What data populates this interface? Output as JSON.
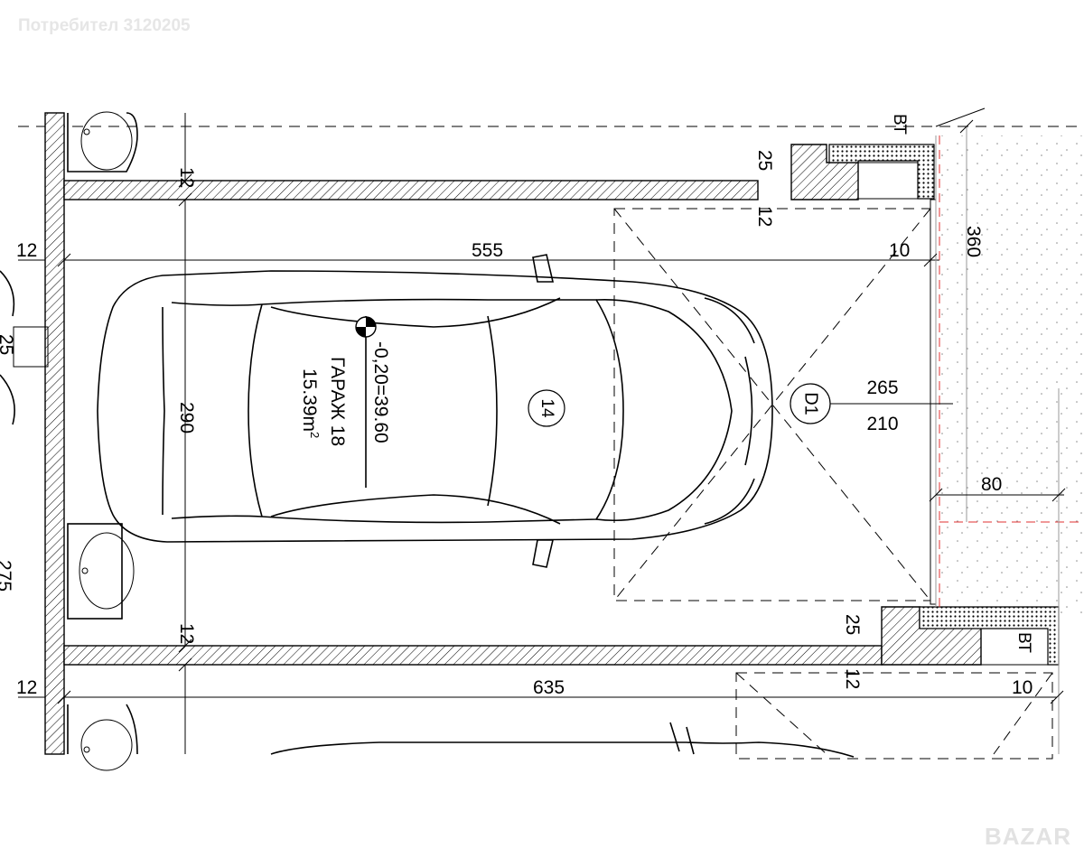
{
  "watermark": "Потребител 3120205",
  "site_logo": "BAZAR",
  "plan": {
    "garage_name": "ГАРАЖ 18",
    "level": "-0,20=39.60",
    "area_value": "15.39m",
    "area_sup": "2",
    "car_number": "14",
    "door_mark": "D1",
    "door_width": "265",
    "door_height": "210",
    "vent_label": "ВТ",
    "dimensions": {
      "wall_top": "12",
      "wall_bottom": "12",
      "left_wall": "12",
      "left_wall_lower": "12",
      "length_inner": "555",
      "length_lower": "635",
      "width_inner": "290",
      "left_25": "25",
      "left_275": "275",
      "right_top_25": "25",
      "right_top_12": "12",
      "right_10_top": "10",
      "right_360": "360",
      "right_80": "80",
      "right_bottom_25": "25",
      "right_bottom_12": "12",
      "right_10_bottom": "10"
    }
  }
}
